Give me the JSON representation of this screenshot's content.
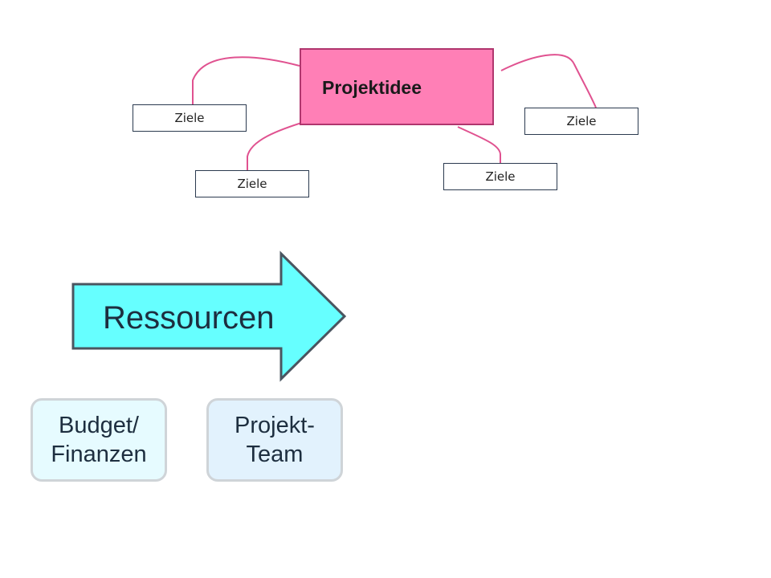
{
  "mindmap": {
    "center_label": "Projektidee",
    "goals": [
      "Ziele",
      "Ziele",
      "Ziele",
      "Ziele"
    ]
  },
  "arrow": {
    "label": "Ressourcen"
  },
  "resources": [
    {
      "label": "Budget/\nFinanzen"
    },
    {
      "label": "Projekt-\nTeam"
    }
  ],
  "colors": {
    "idea_fill": "#ff7fb6",
    "idea_border": "#b0366e",
    "connector": "#e05290",
    "arrow_fill": "#66ffff",
    "arrow_border": "#4a5560"
  }
}
